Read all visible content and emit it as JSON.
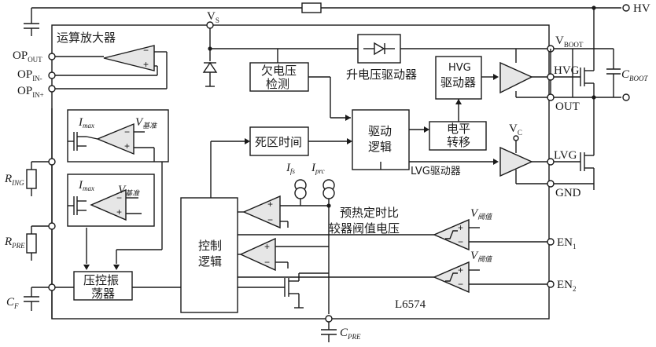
{
  "pins": {
    "hv": "HV",
    "vs": "V",
    "vs_sub": "S",
    "vboot": "V",
    "vboot_sub": "BOOT",
    "hvg": "HVG",
    "out": "OUT",
    "lvg": "LVG",
    "gnd": "GND",
    "en1": "EN",
    "en1_sub": "1",
    "en2": "EN",
    "en2_sub": "2",
    "op_out": "OP",
    "op_out_sub": "OUT",
    "op_in_minus": "OP",
    "op_in_minus_sub": "IN-",
    "op_in_plus": "OP",
    "op_in_plus_sub": "IN+",
    "ring": "R",
    "ring_sub": "ING",
    "rpre": "R",
    "rpre_sub": "PRE",
    "cf": "C",
    "cf_sub": "F",
    "cpre": "C",
    "cpre_sub": "PRE",
    "cboot": "C",
    "cboot_sub": "BOOT",
    "vc": "V",
    "vc_sub": "C"
  },
  "blocks": {
    "op_amp": "运算放大器",
    "uvlo_line1": "欠电压",
    "uvlo_line2": "检测",
    "boost_driver": "升电压驱动器",
    "hvg_driver_line1": "HVG",
    "hvg_driver_line2": "驱动器",
    "level_shift_line1": "电平",
    "level_shift_line2": "转移",
    "drive_logic_line1": "驱动",
    "drive_logic_line2": "逻辑",
    "dead_time": "死区时间",
    "lvg_driver": "LVG驱动器",
    "control_logic_line1": "控制",
    "control_logic_line2": "逻辑",
    "vco_line1": "压控振",
    "vco_line2": "荡器",
    "preheat_line1": "预热定时比",
    "preheat_line2": "较器阀值电压",
    "chip": "L6574"
  },
  "signals": {
    "imax": "I",
    "imax_sub": "max",
    "vref": "V",
    "vref_sub": "基准",
    "ifs": "I",
    "ifs_sub": "fs",
    "iprc": "I",
    "iprc_sub": "prc",
    "vth": "V",
    "vth_sub": "阀值",
    "plus": "+",
    "minus": "−"
  }
}
